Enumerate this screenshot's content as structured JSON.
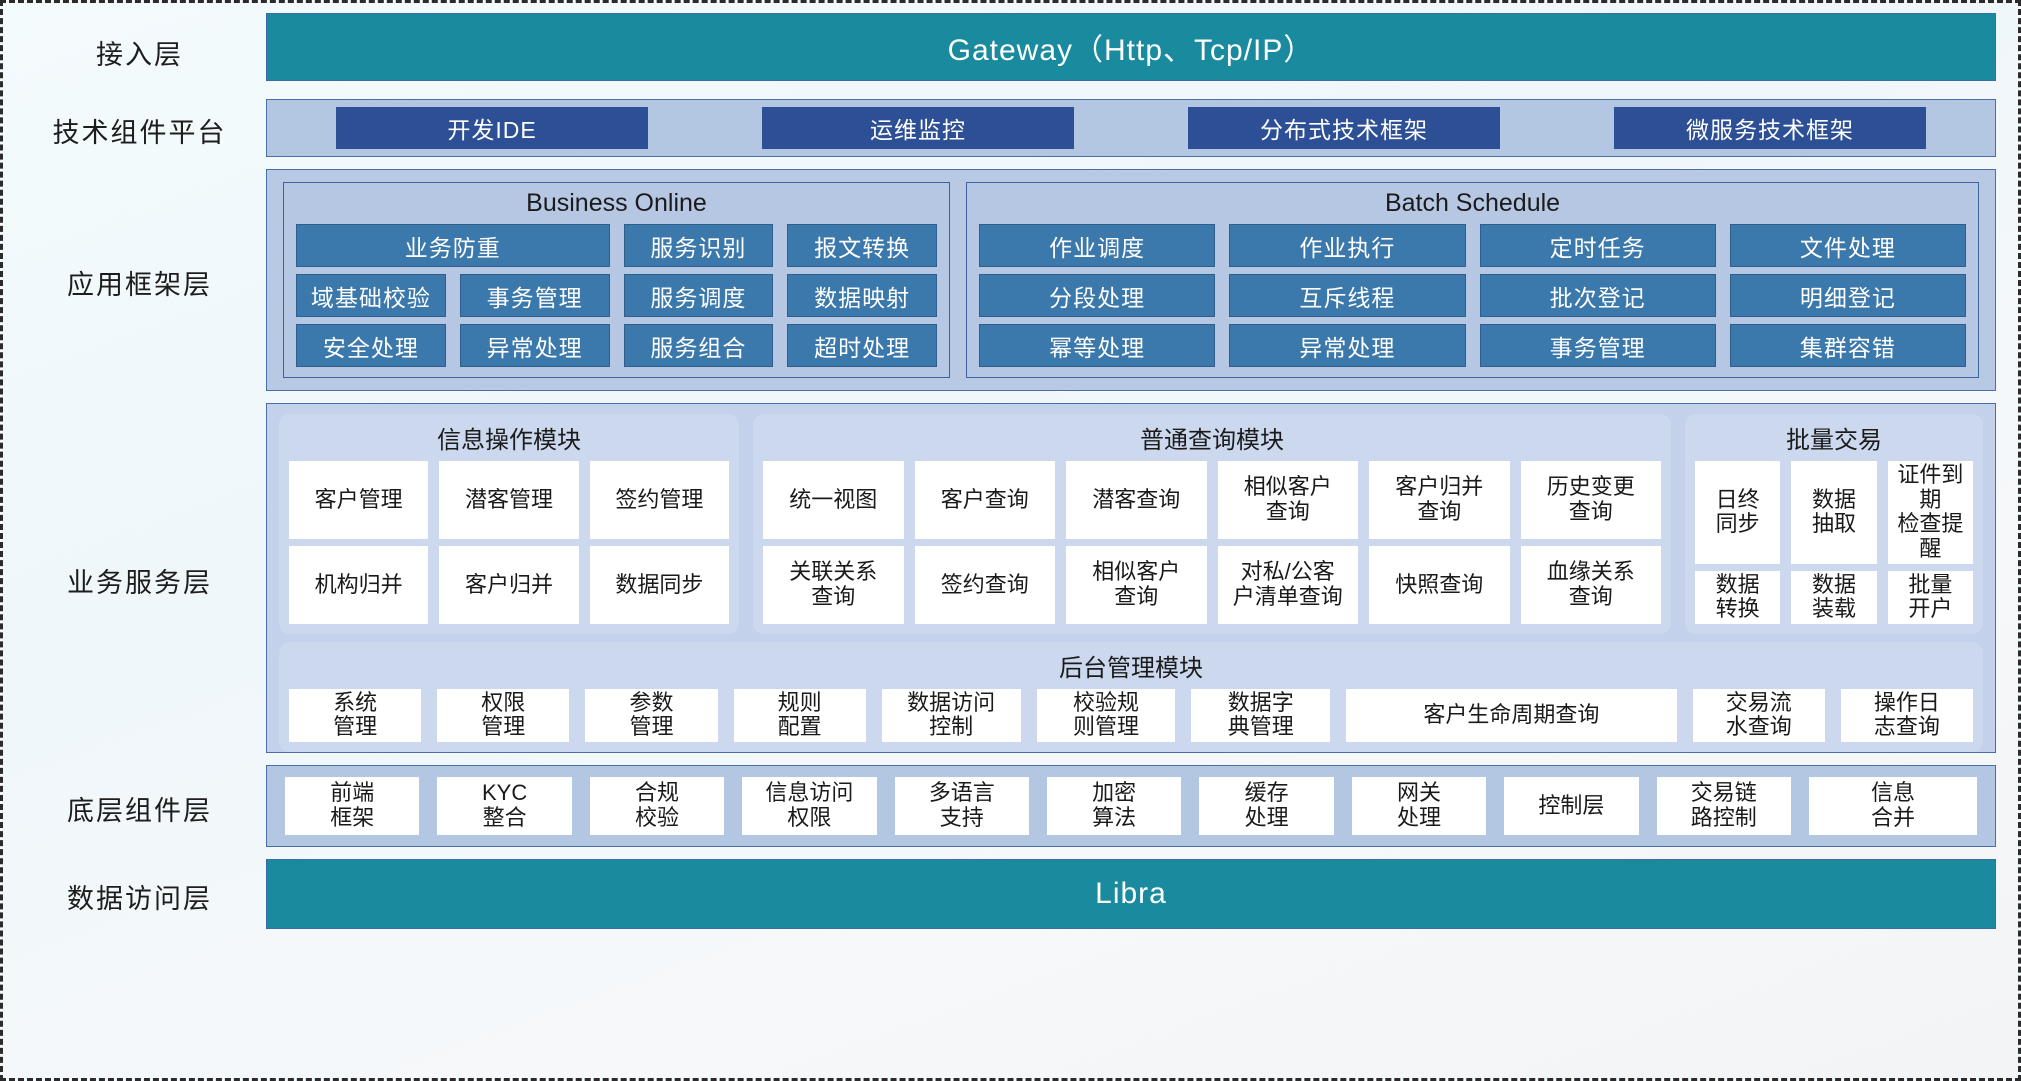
{
  "layers": {
    "access": {
      "label": "接入层",
      "bar": "Gateway（Http、Tcp/IP）"
    },
    "tech": {
      "label": "技术组件平台",
      "items": [
        "开发IDE",
        "运维监控",
        "分布式技术框架",
        "微服务技术框架"
      ]
    },
    "app": {
      "label": "应用框架层",
      "panels": [
        {
          "title": "Business Online",
          "tiles": [
            {
              "text": "业务防重",
              "span": 2
            },
            {
              "text": "服务识别",
              "span": 1
            },
            {
              "text": "报文转换",
              "span": 1
            },
            {
              "text": "域基础校验",
              "span": 1
            },
            {
              "text": "事务管理",
              "span": 1
            },
            {
              "text": "服务调度",
              "span": 1
            },
            {
              "text": "数据映射",
              "span": 1
            },
            {
              "text": "安全处理",
              "span": 1
            },
            {
              "text": "异常处理",
              "span": 1
            },
            {
              "text": "服务组合",
              "span": 1
            },
            {
              "text": "超时处理",
              "span": 1
            }
          ]
        },
        {
          "title": "Batch Schedule",
          "tiles": [
            {
              "text": "作业调度",
              "span": 1
            },
            {
              "text": "作业执行",
              "span": 1
            },
            {
              "text": "定时任务",
              "span": 1
            },
            {
              "text": "文件处理",
              "span": 1
            },
            {
              "text": "分段处理",
              "span": 1
            },
            {
              "text": "互斥线程",
              "span": 1
            },
            {
              "text": "批次登记",
              "span": 1
            },
            {
              "text": "明细登记",
              "span": 1
            },
            {
              "text": "幂等处理",
              "span": 1
            },
            {
              "text": "异常处理",
              "span": 1
            },
            {
              "text": "事务管理",
              "span": 1
            },
            {
              "text": "集群容错",
              "span": 1
            }
          ]
        }
      ]
    },
    "biz": {
      "label": "业务服务层",
      "modules": [
        {
          "title": "信息操作模块",
          "tiles": [
            "客户管理",
            "潜客管理",
            "签约管理",
            "机构归并",
            "客户归并",
            "数据同步"
          ]
        },
        {
          "title": "普通查询模块",
          "tiles": [
            "统一视图",
            "客户查询",
            "潜客查询",
            "相似客户\n查询",
            "客户归并\n查询",
            "历史变更\n查询",
            "关联关系\n查询",
            "签约查询",
            "相似客户\n查询",
            "对私/公客\n户清单查询",
            "快照查询",
            "血缘关系\n查询"
          ]
        },
        {
          "title": "批量交易",
          "tiles": [
            "日终\n同步",
            "数据\n抽取",
            "证件到期\n检查提醒",
            "数据\n转换",
            "数据\n装载",
            "批量\n开户"
          ]
        }
      ],
      "admin": {
        "title": "后台管理模块",
        "tiles": [
          "系统\n管理",
          "权限\n管理",
          "参数\n管理",
          "规则\n配置",
          "数据访问\n控制",
          "校验规\n则管理",
          "数据字\n典管理",
          "客户生命周期查询",
          "交易流\n水查询",
          "操作日\n志查询"
        ]
      }
    },
    "comp": {
      "label": "底层组件层",
      "tiles": [
        "前端\n框架",
        "KYC\n整合",
        "合规\n校验",
        "信息访问\n权限",
        "多语言\n支持",
        "加密\n算法",
        "缓存\n处理",
        "网关\n处理",
        "控制层",
        "交易链\n路控制",
        "信息\n合并"
      ]
    },
    "data": {
      "label": "数据访问层",
      "bar": "Libra"
    }
  },
  "colors": {
    "teal": "#1a8a9e",
    "deep_blue": "#2d4f96",
    "tile_blue": "#3b78ab",
    "band_blue": "#b3c6e2",
    "panel_blue": "#b6c7e3",
    "module_blue": "#ccd8ee",
    "tile_white": "#ffffff",
    "border_blue": "#4a6fa8"
  }
}
